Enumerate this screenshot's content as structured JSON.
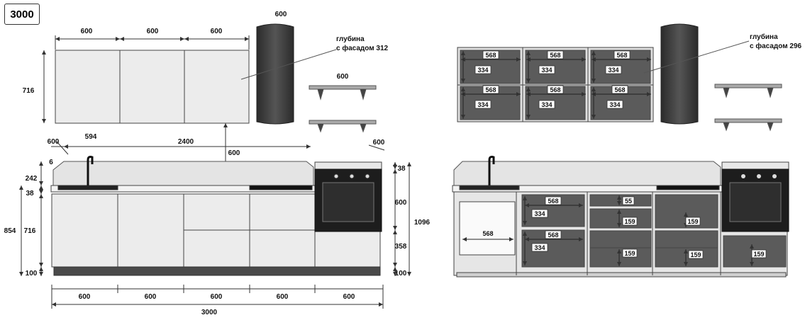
{
  "badge": "3000",
  "left": {
    "top_widths": [
      "600",
      "600",
      "600"
    ],
    "top_height": "716",
    "hood_width": "600",
    "depth_line1": "глубина",
    "depth_line2": "с фасадом 312",
    "shelf_width": "600",
    "dim_600_left": "600",
    "dim_594": "594",
    "dim_2400": "2400",
    "dim_600_gap": "600",
    "dim_600_right": "600",
    "dim_6": "6",
    "dim_242": "242",
    "dim_38": "38",
    "dim_854": "854",
    "dim_716": "716",
    "dim_100": "100",
    "r_38": "38",
    "r_600": "600",
    "r_1096": "1096",
    "r_358": "358",
    "r_100": "100",
    "bottom_widths": [
      "600",
      "600",
      "600",
      "600",
      "600"
    ],
    "total": "3000"
  },
  "right": {
    "depth_line1": "глубина",
    "depth_line2": "с фасадом 296",
    "upper_w": [
      "568",
      "568",
      "568",
      "568",
      "568",
      "568"
    ],
    "upper_h": [
      "334",
      "334",
      "334",
      "334",
      "334",
      "334"
    ],
    "lower_568a": "568",
    "lower_334a": "334",
    "lower_568b": "568",
    "lower_334b": "334",
    "open_568": "568",
    "dim_55": "55",
    "dim_159": [
      "159",
      "159",
      "159",
      "159",
      "159"
    ]
  },
  "colors": {
    "line": "#333333",
    "hood": "#3a3a3a",
    "interior": "#5b5b5b",
    "panel": "#ececec"
  }
}
